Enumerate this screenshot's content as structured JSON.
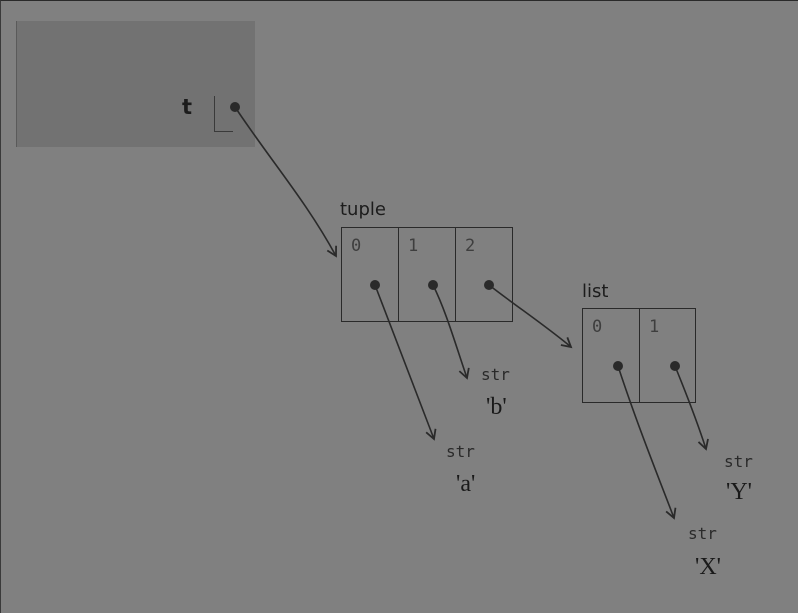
{
  "frame": {
    "variables": [
      {
        "name": "t"
      }
    ]
  },
  "objects": {
    "tuple": {
      "type_label": "tuple",
      "indices": [
        "0",
        "1",
        "2"
      ]
    },
    "list": {
      "type_label": "list",
      "indices": [
        "0",
        "1"
      ]
    },
    "strings": [
      {
        "type_label": "str",
        "value": "'a'"
      },
      {
        "type_label": "str",
        "value": "'b'"
      },
      {
        "type_label": "str",
        "value": "'X'"
      },
      {
        "type_label": "str",
        "value": "'Y'"
      }
    ]
  },
  "colors": {
    "background": "#808080",
    "frame": "#727272",
    "ink": "#2a2a2a"
  }
}
